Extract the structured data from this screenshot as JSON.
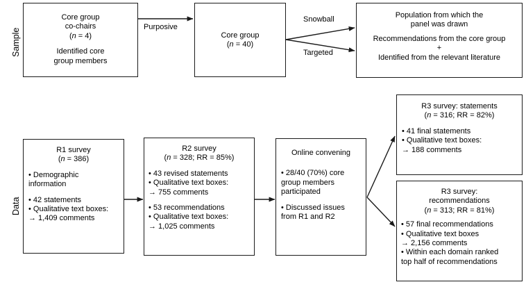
{
  "figure": {
    "row_labels": [
      {
        "name": "sample",
        "text": "Sample"
      },
      {
        "name": "data",
        "text": "Data"
      }
    ],
    "edge_labels": [
      {
        "name": "purposive",
        "text": "Purposive"
      },
      {
        "name": "snowball",
        "text": "Snowball"
      },
      {
        "name": "targeted",
        "text": "Targeted"
      }
    ]
  },
  "sample_row": {
    "core_group_cochairs": {
      "title_l1": "Core group",
      "title_l2": "co-chairs",
      "title_l3_pre": "(",
      "title_l3_n": "n",
      "title_l3_post": " = 4)",
      "body_l1": "Identified core",
      "body_l2": "group members"
    },
    "core_group": {
      "title_l1": "Core group",
      "title_l2_pre": "(",
      "title_l2_n": "n",
      "title_l2_post": " = 40)"
    },
    "population": {
      "l1": "Population from which the",
      "l2": "panel was drawn",
      "l3": "Recommendations from the core group",
      "l4": "+",
      "l5": "Identified from the relevant literature"
    }
  },
  "data_row": {
    "r1_survey": {
      "title": "R1 survey",
      "n_pre": "(",
      "n_italic": "n",
      "n_post": " = 386)",
      "bullets": [
        "• Demographic",
        "information"
      ],
      "bullets2": [
        "• 42 statements",
        "• Qualitative text boxes:",
        "→ 1,409 comments"
      ]
    },
    "r2_survey": {
      "title": "R2 survey",
      "n_pre": "(",
      "n_italic": "n",
      "n_post": " = 328; RR = 85%)",
      "bullets": [
        "• 43 revised statements",
        "• Qualitative text boxes:",
        "→ 755 comments"
      ],
      "bullets2": [
        "• 53 recommendations",
        "• Qualitative text boxes:",
        "→ 1,025 comments"
      ]
    },
    "online_convening": {
      "title": "Online convening",
      "bullets": [
        "• 28/40 (70%) core",
        "group members",
        "participated"
      ],
      "bullets2": [
        "• Discussed issues",
        "from R1 and R2"
      ]
    },
    "r3_statements": {
      "title": "R3 survey: statements",
      "n_pre": "(",
      "n_italic": "n",
      "n_post": " = 316; RR = 82%)",
      "bullets": [
        "• 41 final statements",
        "• Qualitative text boxes:",
        "→ 188 comments"
      ]
    },
    "r3_recommendations": {
      "title_l1": "R3 survey:",
      "title_l2": "recommendations",
      "n_pre": "(",
      "n_italic": "n",
      "n_post": " = 313; RR = 81%)",
      "bullets": [
        "• 57 final recommendations",
        "• Qualitative text boxes",
        "→ 2,156 comments",
        "• Within each domain ranked",
        "top half of recommendations"
      ]
    }
  },
  "style": {
    "stroke": "#1a1a1a",
    "background": "#ffffff",
    "text": "#000000"
  }
}
